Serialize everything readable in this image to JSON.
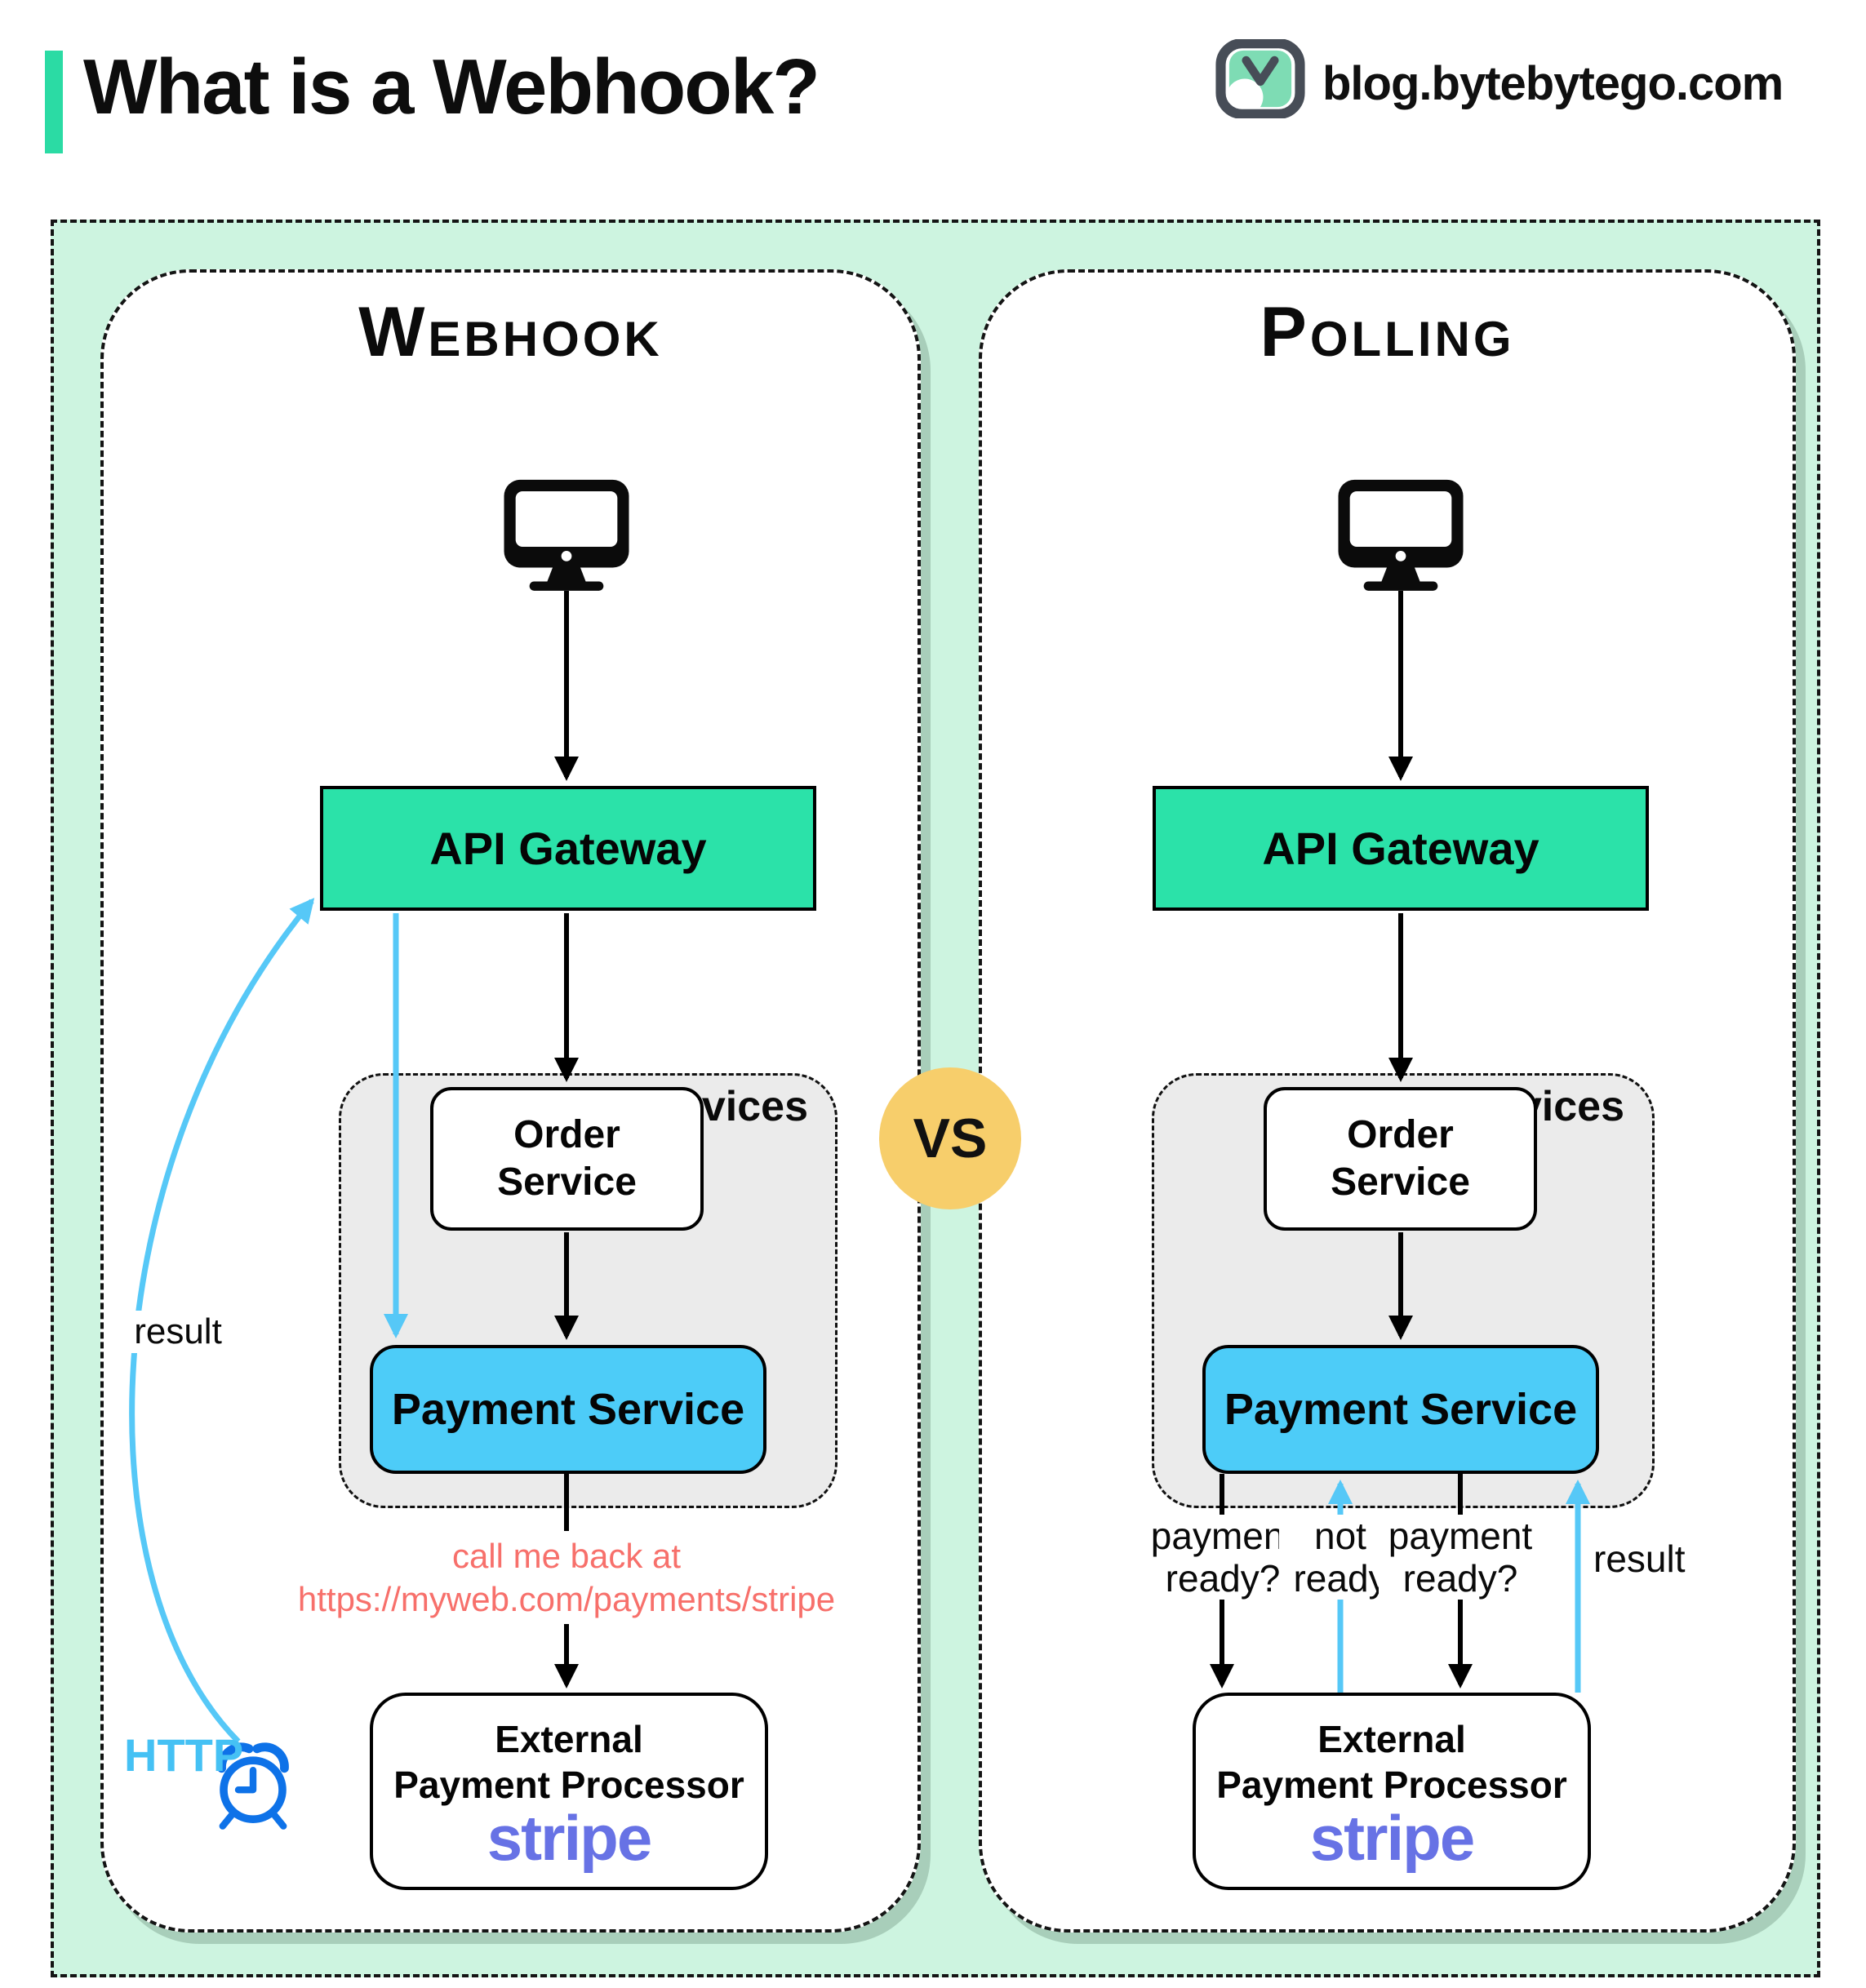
{
  "header": {
    "accent_color": "#2BDBA4",
    "title": "What is a Webhook?",
    "brand": {
      "icon": "bytebytego-logo",
      "text": "blog.bytebytego.com"
    }
  },
  "vs_badge": {
    "label": "VS",
    "color": "#F7CE6B"
  },
  "colors": {
    "mint": "#CDF4E0",
    "panel": "#FFFFFF",
    "border_dark": "#141414",
    "api_gateway_green": "#2BE2A9",
    "payment_blue": "#4DCCF8",
    "services_gray": "#EBEBEB",
    "arrow_blue": "#56C8F7",
    "clock_blue": "#0E72E8",
    "http_blue": "#45C1F4",
    "callback_red": "#F7706B",
    "stripe_purple": "#6772E5",
    "vs_yellow": "#F7CE6B"
  },
  "panels": [
    {
      "title": "Webhook",
      "client_icon": "monitor-icon",
      "api_gateway": "API Gateway",
      "services_label": "Services",
      "order_service": [
        "Order",
        "Service"
      ],
      "payment_service": "Payment Service",
      "external_processor": [
        "External",
        "Payment Processor"
      ],
      "external_logo": "stripe",
      "callback_note": [
        "call me back at",
        "https://myweb.com/payments/stripe"
      ],
      "result_label": "result",
      "http_label": "HTTP",
      "clock_icon": "alarm-clock-icon"
    },
    {
      "title": "Polling",
      "client_icon": "monitor-icon",
      "api_gateway": "API Gateway",
      "services_label": "Services",
      "order_service": [
        "Order",
        "Service"
      ],
      "payment_service": "Payment Service",
      "external_processor": [
        "External",
        "Payment Processor"
      ],
      "external_logo": "stripe",
      "arrow_labels": [
        [
          "payment",
          "ready?"
        ],
        [
          "not",
          "ready"
        ],
        [
          "payment",
          "ready?"
        ],
        [
          "result"
        ]
      ]
    }
  ]
}
